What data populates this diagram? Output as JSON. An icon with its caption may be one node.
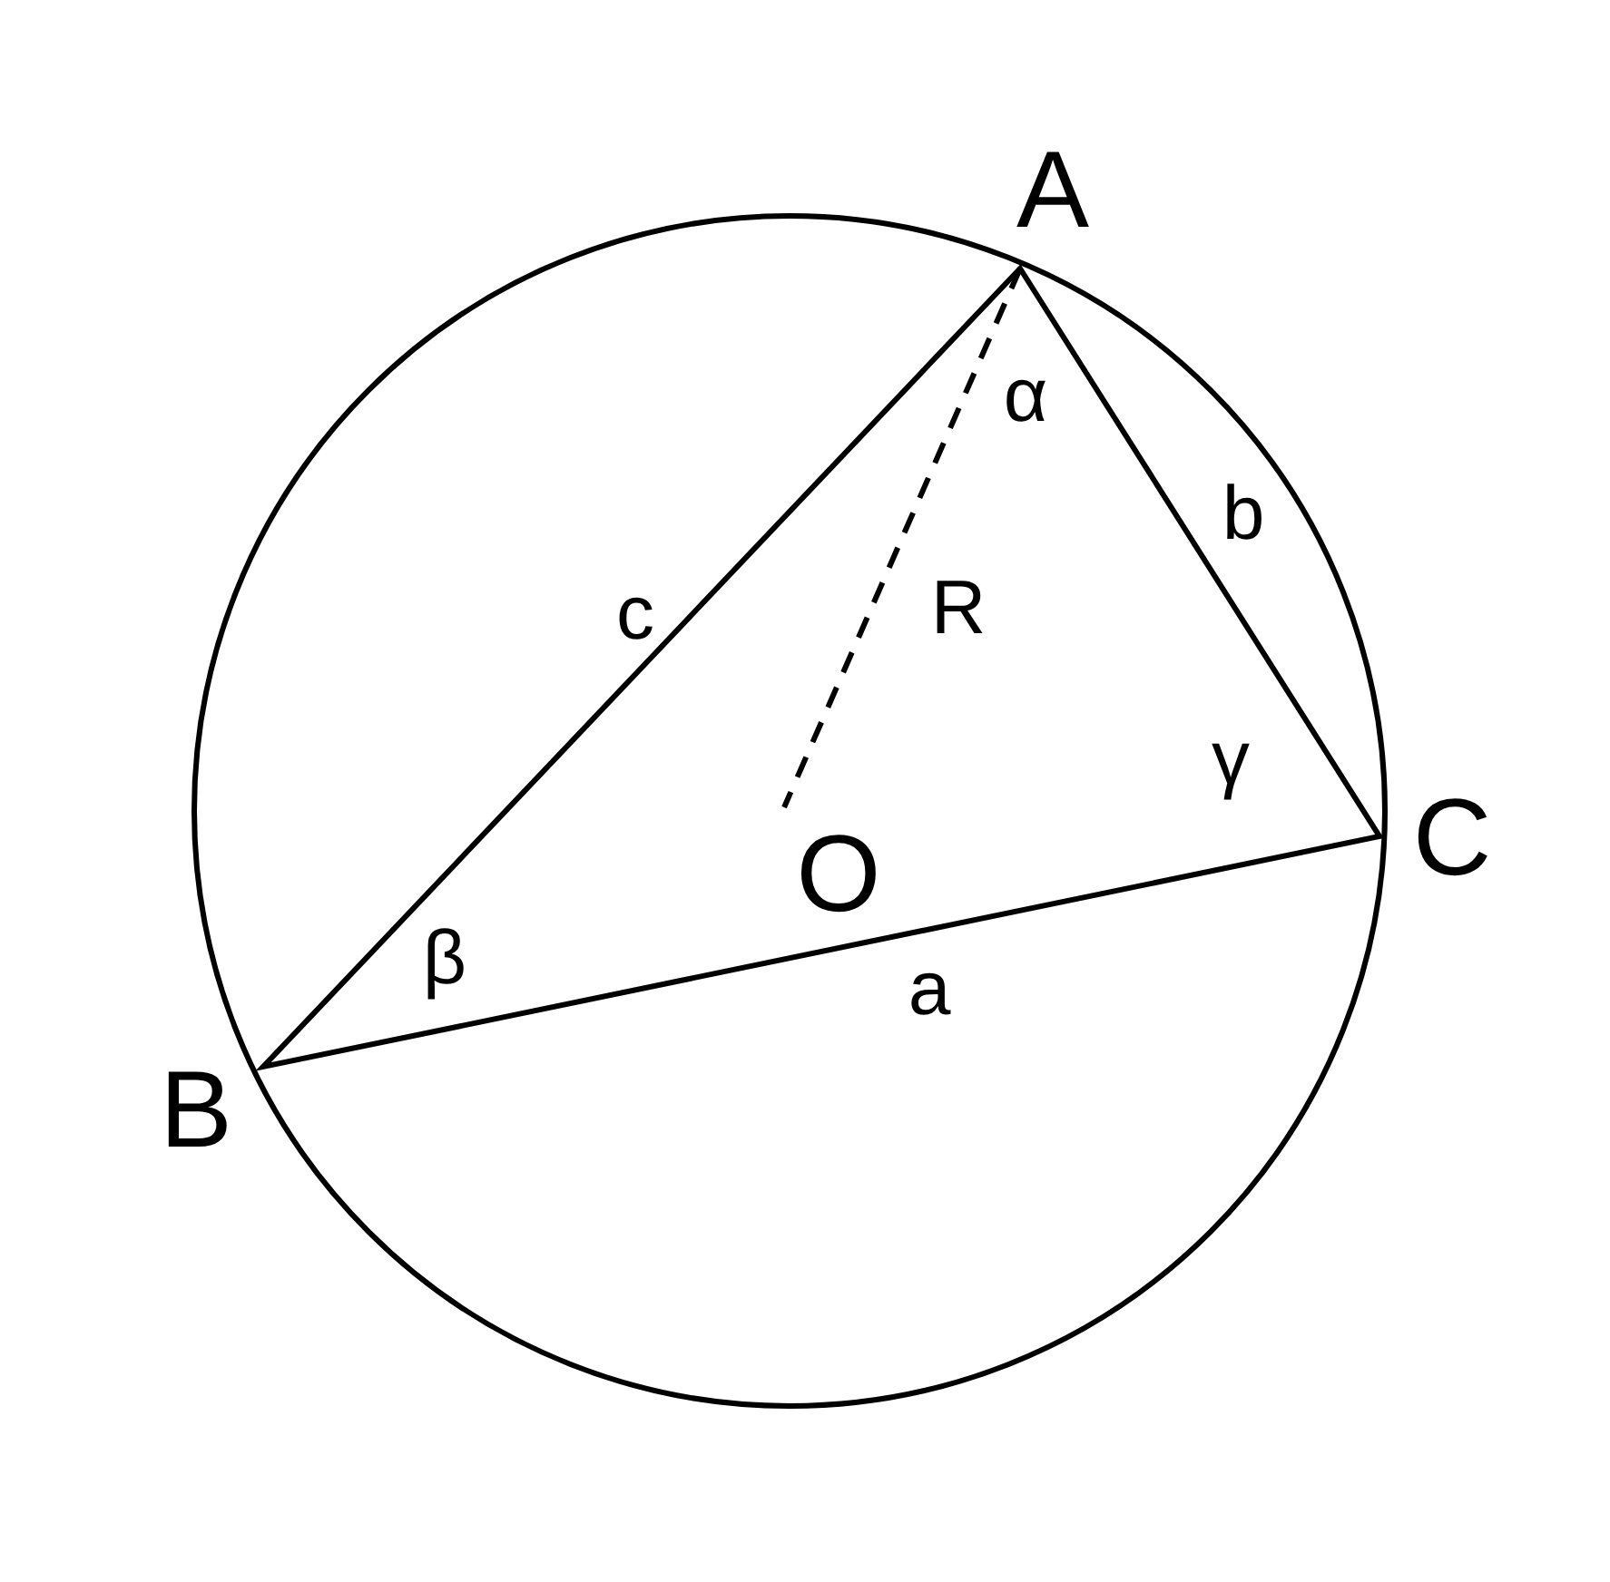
{
  "diagram": {
    "labels": [
      "A",
      "α",
      "b",
      "c",
      "R",
      "γ",
      "C",
      "O",
      "β",
      "a",
      "B"
    ]
  }
}
